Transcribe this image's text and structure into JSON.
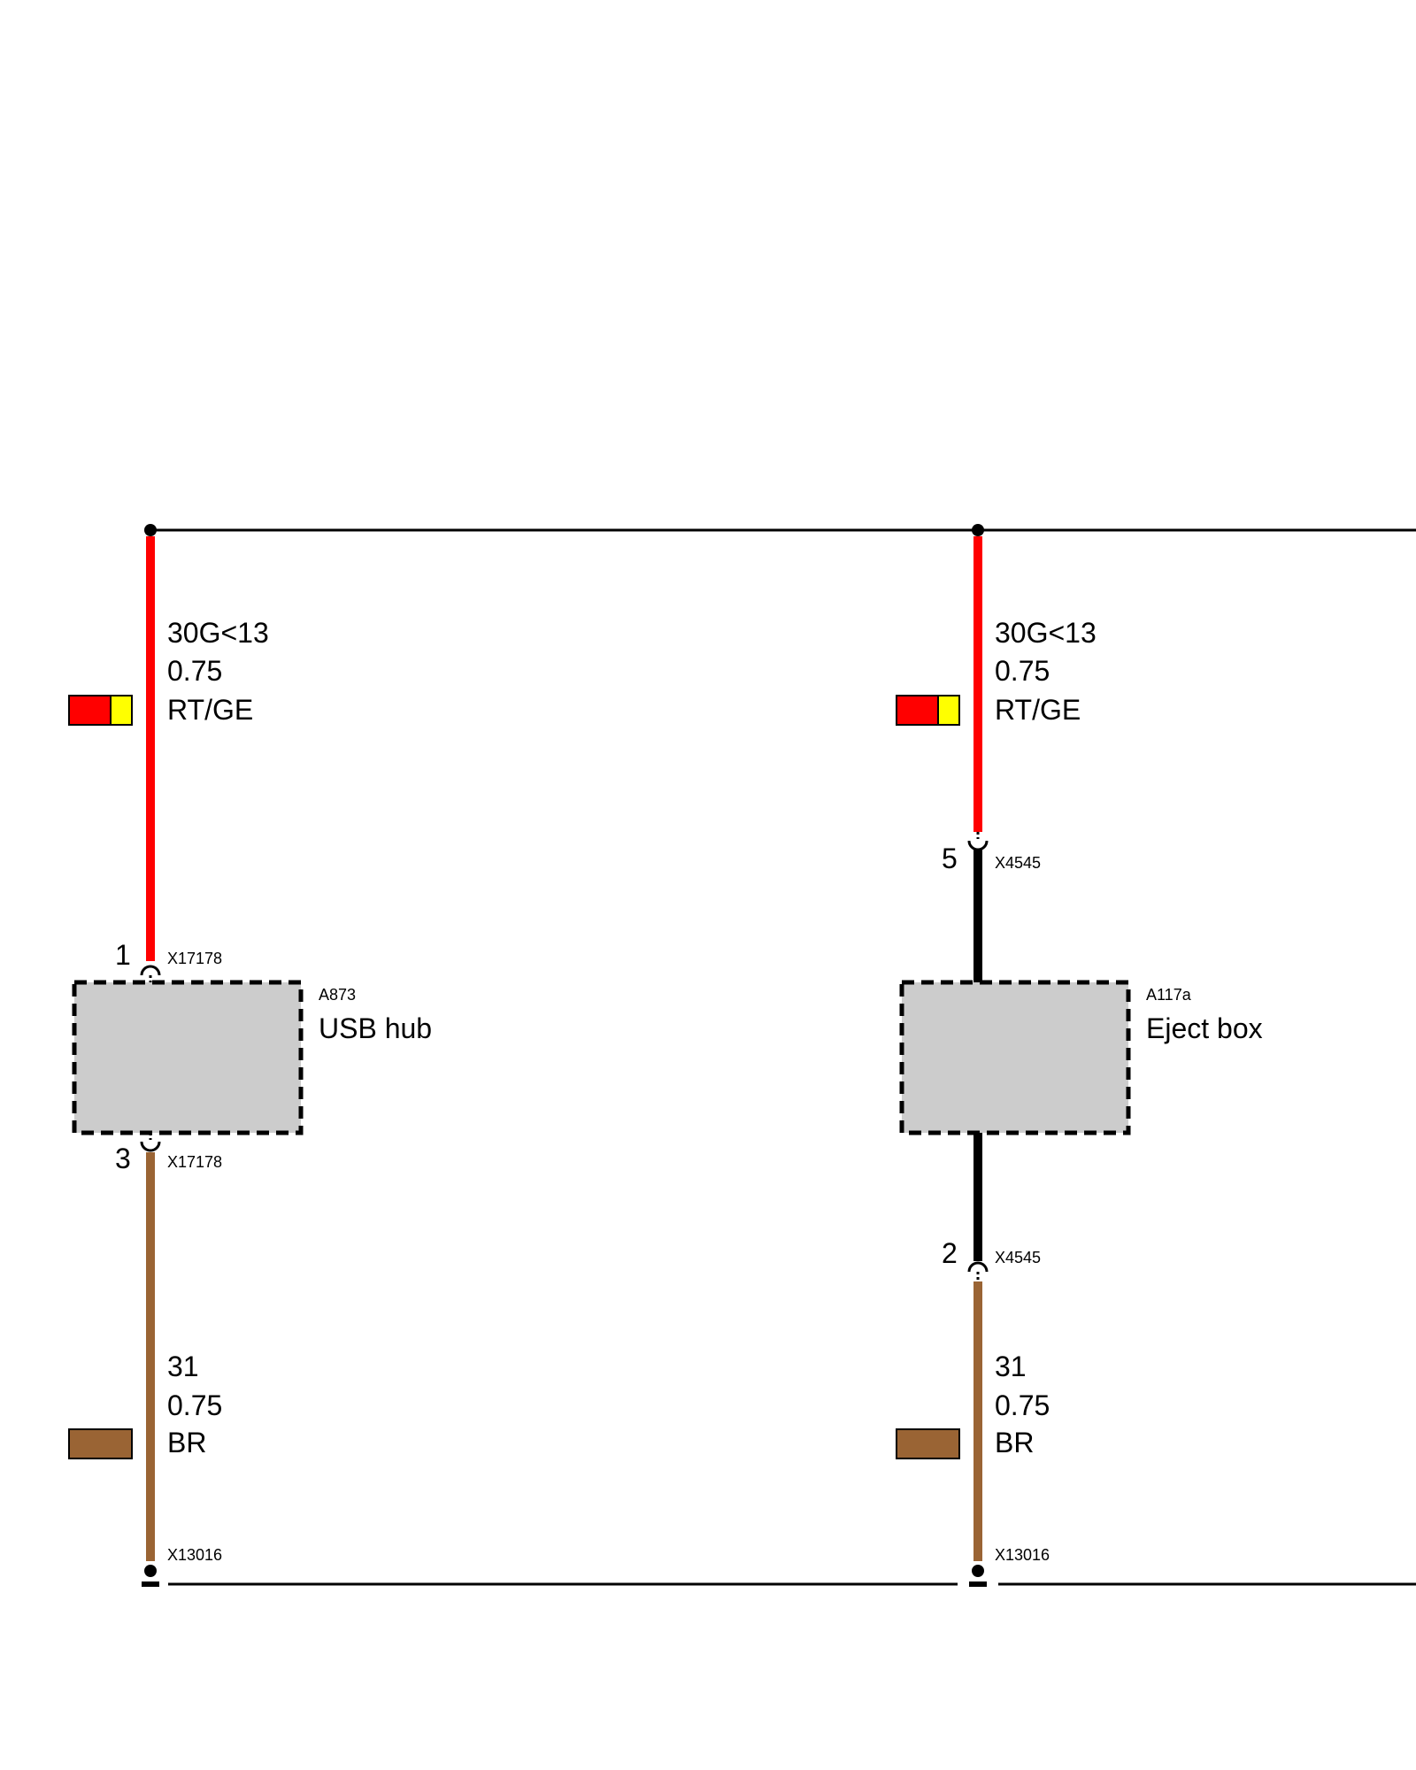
{
  "colors": {
    "red": "#ff0000",
    "yellow": "#ffff00",
    "brown": "#9a6434",
    "black": "#000000",
    "component_fill": "#cccccc"
  },
  "circuits": [
    {
      "supply_wire": {
        "circuit": "30G<13",
        "size": "0.75",
        "color_code": "RT/GE"
      },
      "top_connector": {
        "pin": "1",
        "id": "X17178"
      },
      "component": {
        "id": "A873",
        "name": "USB hub"
      },
      "bottom_connector": {
        "pin": "3",
        "id": "X17178"
      },
      "ground_wire": {
        "circuit": "31",
        "size": "0.75",
        "color_code": "BR"
      },
      "ground_point": {
        "id": "X13016"
      }
    },
    {
      "supply_wire": {
        "circuit": "30G<13",
        "size": "0.75",
        "color_code": "RT/GE"
      },
      "top_connector": {
        "pin": "5",
        "id": "X4545"
      },
      "component": {
        "id": "A117a",
        "name": "Eject box"
      },
      "bottom_connector": {
        "pin": "2",
        "id": "X4545"
      },
      "ground_wire": {
        "circuit": "31",
        "size": "0.75",
        "color_code": "BR"
      },
      "ground_point": {
        "id": "X13016"
      }
    }
  ]
}
